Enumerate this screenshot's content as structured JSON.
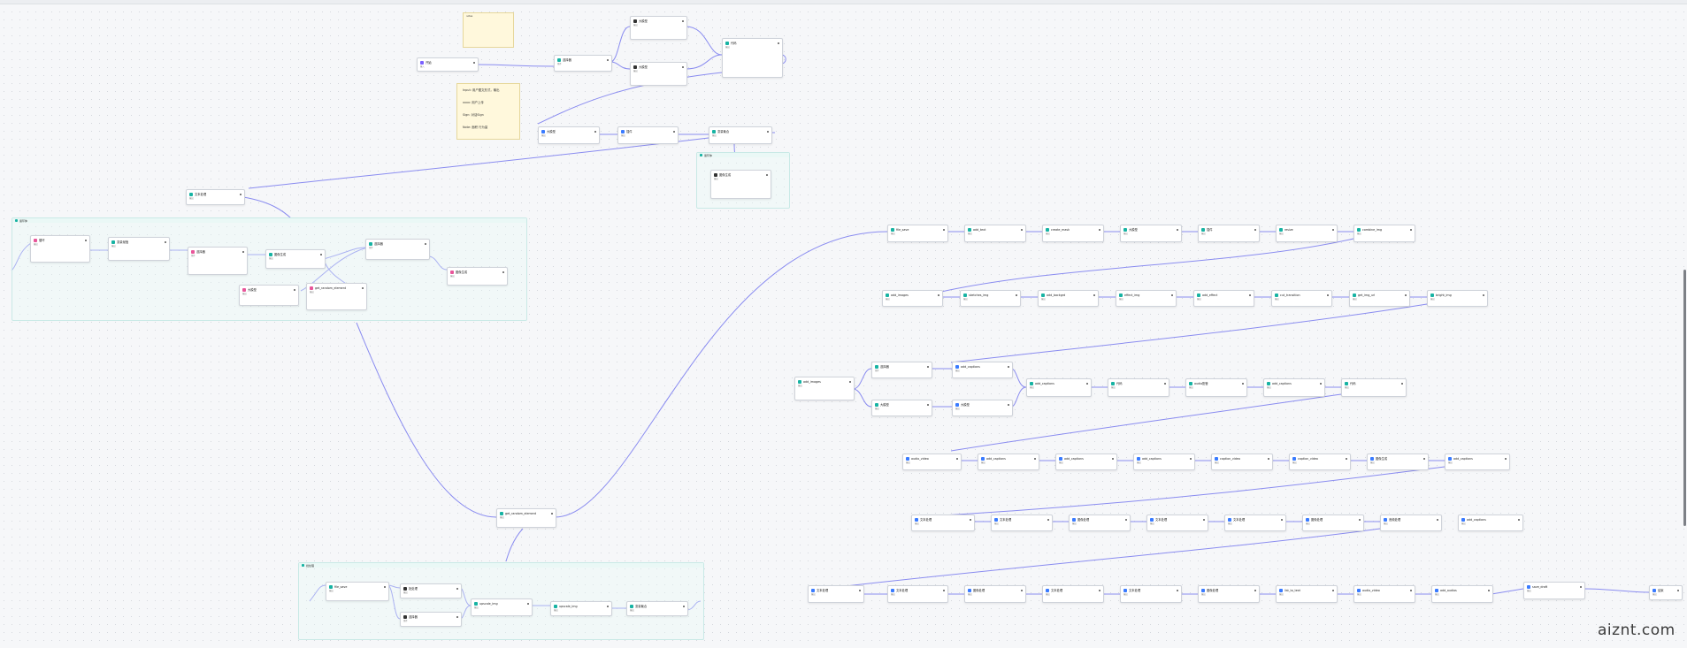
{
  "colors": {
    "wire": "#8a8cf0",
    "teal": "#17b3a3",
    "blue": "#3a7bff",
    "purple": "#7b61ff",
    "pink": "#e8569a",
    "dark": "#333333"
  },
  "notes": {
    "small": "notes",
    "big": [
      "Input: 用户图文形式，输出",
      "xxxx: 用户上传",
      "Sign: 对话Sign",
      "Note: 面积 行为量"
    ]
  },
  "groups": [
    "循环体",
    "批处理",
    "循环体",
    "批处理"
  ],
  "nodes": [
    {
      "t": "开始",
      "r": [
        "输入"
      ]
    },
    {
      "t": "选择器",
      "r": [
        "条件"
      ]
    },
    {
      "t": "大模型",
      "r": [
        "输出"
      ]
    },
    {
      "t": "大模型",
      "r": [
        "输出"
      ]
    },
    {
      "t": "代码",
      "r": [
        "输出"
      ]
    },
    {
      "t": "大模型",
      "r": [
        "输出"
      ]
    },
    {
      "t": "插件",
      "r": [
        "输出"
      ]
    },
    {
      "t": "变量聚合",
      "r": [
        "输出"
      ]
    },
    {
      "t": "图像生成",
      "r": [
        "输出"
      ]
    },
    {
      "t": "文本处理",
      "r": [
        "输出"
      ]
    },
    {
      "t": "循环",
      "r": [
        "输出"
      ]
    },
    {
      "t": "变量赋值",
      "r": [
        "输出"
      ]
    },
    {
      "t": "选择器",
      "r": [
        "条件"
      ]
    },
    {
      "t": "图像生成",
      "r": [
        "输出"
      ]
    },
    {
      "t": "选择器",
      "r": [
        "条件"
      ]
    },
    {
      "t": "大模型",
      "r": [
        "输出"
      ]
    },
    {
      "t": "get_random_element",
      "r": [
        "输出"
      ]
    },
    {
      "t": "图像生成",
      "r": [
        "输出"
      ]
    },
    {
      "t": "file_save",
      "r": [
        "输出"
      ]
    },
    {
      "t": "批处理",
      "r": [
        "输出"
      ]
    },
    {
      "t": "选择器",
      "r": [
        "条件"
      ]
    },
    {
      "t": "upscale_img",
      "r": [
        "输出"
      ]
    },
    {
      "t": "upscale_img",
      "r": [
        "输出"
      ]
    },
    {
      "t": "变量聚合",
      "r": [
        "输出"
      ]
    },
    {
      "t": "get_random_element",
      "r": [
        "输出"
      ]
    },
    {
      "t": "file_save",
      "r": [
        "输出"
      ]
    },
    {
      "t": "add_text",
      "r": [
        "输出"
      ]
    },
    {
      "t": "create_mask",
      "r": [
        "输出"
      ]
    },
    {
      "t": "大模型",
      "r": [
        "输出"
      ]
    },
    {
      "t": "插件",
      "r": [
        "输出"
      ]
    },
    {
      "t": "resize",
      "r": [
        "输出"
      ]
    },
    {
      "t": "combine_img",
      "r": [
        "输出"
      ]
    },
    {
      "t": "add_images",
      "r": [
        "输出"
      ]
    },
    {
      "t": "sketches_img",
      "r": [
        "输出"
      ]
    },
    {
      "t": "add_backgrd",
      "r": [
        "输出"
      ]
    },
    {
      "t": "effect_img",
      "r": [
        "输出"
      ]
    },
    {
      "t": "add_effect",
      "r": [
        "输出"
      ]
    },
    {
      "t": "cut_transition",
      "r": [
        "输出"
      ]
    },
    {
      "t": "get_img_url",
      "r": [
        "输出"
      ]
    },
    {
      "t": "bright_img",
      "r": [
        "输出"
      ]
    },
    {
      "t": "add_images",
      "r": [
        "输出"
      ]
    },
    {
      "t": "选择器",
      "r": [
        "条件"
      ]
    },
    {
      "t": "大模型",
      "r": [
        "输出"
      ]
    },
    {
      "t": "add_captions",
      "r": [
        "输出"
      ]
    },
    {
      "t": "大模型",
      "r": [
        "输出"
      ]
    },
    {
      "t": "add_captions",
      "r": [
        "输出"
      ]
    },
    {
      "t": "代码",
      "r": [
        "输出"
      ]
    },
    {
      "t": "audio配音",
      "r": [
        "输出"
      ]
    },
    {
      "t": "add_captions",
      "r": [
        "输出"
      ]
    },
    {
      "t": "代码",
      "r": [
        "输出"
      ]
    },
    {
      "t": "audio_video",
      "r": [
        "输出"
      ]
    },
    {
      "t": "add_captions",
      "r": [
        "输出"
      ]
    },
    {
      "t": "add_captions",
      "r": [
        "输出"
      ]
    },
    {
      "t": "add_captions",
      "r": [
        "输出"
      ]
    },
    {
      "t": "caption_video",
      "r": [
        "输出"
      ]
    },
    {
      "t": "caption_video",
      "r": [
        "输出"
      ]
    },
    {
      "t": "图像生成",
      "r": [
        "输出"
      ]
    },
    {
      "t": "add_captions",
      "r": [
        "输出"
      ]
    },
    {
      "t": "文本处理",
      "r": [
        "输出"
      ]
    },
    {
      "t": "文本处理",
      "r": [
        "输出"
      ]
    },
    {
      "t": "图像处理",
      "r": [
        "输出"
      ]
    },
    {
      "t": "文本处理",
      "r": [
        "输出"
      ]
    },
    {
      "t": "文本处理",
      "r": [
        "输出"
      ]
    },
    {
      "t": "图像处理",
      "r": [
        "输出"
      ]
    },
    {
      "t": "音频处理",
      "r": [
        "输出"
      ]
    },
    {
      "t": "add_captions",
      "r": [
        "输出"
      ]
    },
    {
      "t": "文本处理",
      "r": [
        "输出"
      ]
    },
    {
      "t": "文本处理",
      "r": [
        "输出"
      ]
    },
    {
      "t": "图像处理",
      "r": [
        "输出"
      ]
    },
    {
      "t": "文本处理",
      "r": [
        "输出"
      ]
    },
    {
      "t": "文本处理",
      "r": [
        "输出"
      ]
    },
    {
      "t": "图像处理",
      "r": [
        "输出"
      ]
    },
    {
      "t": "list_to_text",
      "r": [
        "输出"
      ]
    },
    {
      "t": "audio_video",
      "r": [
        "输出"
      ]
    },
    {
      "t": "add_audios",
      "r": [
        "输出"
      ]
    },
    {
      "t": "save_draft",
      "r": [
        "输出"
      ]
    },
    {
      "t": "结束",
      "r": [
        "输出"
      ]
    }
  ],
  "watermark": "aiznt.com"
}
